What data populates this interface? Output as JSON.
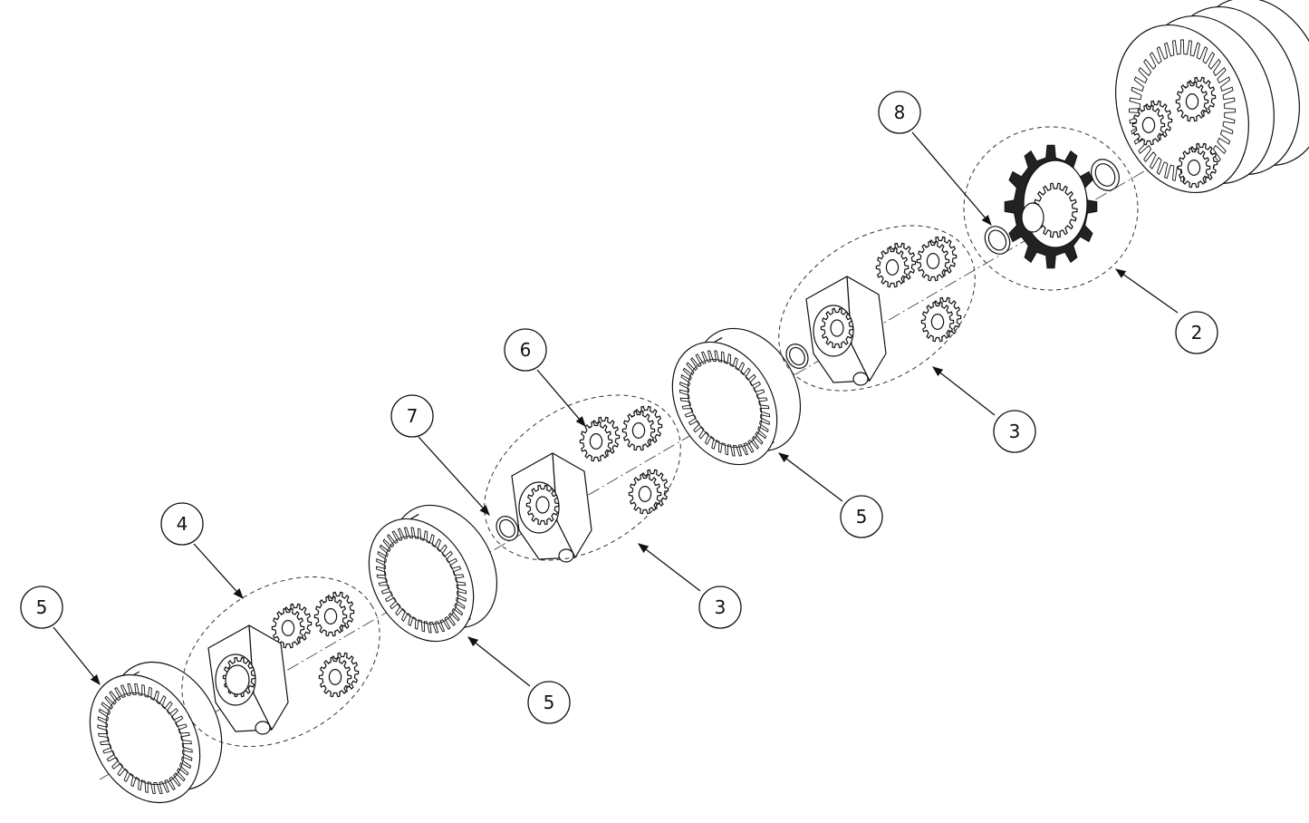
{
  "drawing": {
    "title": "Exploded view of planetary gearbox",
    "balloons": [
      {
        "id": "b8",
        "label": "8"
      },
      {
        "id": "b2",
        "label": "2"
      },
      {
        "id": "b3a",
        "label": "3"
      },
      {
        "id": "b6",
        "label": "6"
      },
      {
        "id": "b7",
        "label": "7"
      },
      {
        "id": "b5a",
        "label": "5"
      },
      {
        "id": "b3b",
        "label": "3"
      },
      {
        "id": "b4",
        "label": "4"
      },
      {
        "id": "b5b",
        "label": "5"
      },
      {
        "id": "b5c",
        "label": "5"
      }
    ]
  }
}
